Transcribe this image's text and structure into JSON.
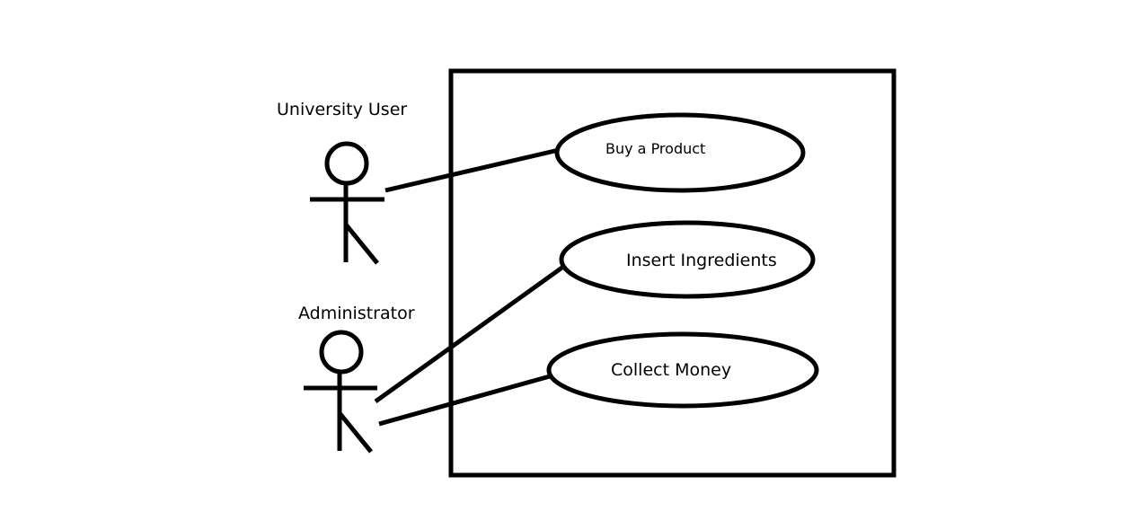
{
  "diagram": {
    "type": "use-case",
    "colors": {
      "stroke": "#000000",
      "background": "#ffffff"
    },
    "actors": [
      {
        "id": "university-user",
        "label": "University User"
      },
      {
        "id": "administrator",
        "label": "Administrator"
      }
    ],
    "use_cases": [
      {
        "id": "buy-a-product",
        "label": "Buy a Product"
      },
      {
        "id": "insert-ingredients",
        "label": "Insert Ingredients"
      },
      {
        "id": "collect-money",
        "label": "Collect Money"
      }
    ],
    "associations": [
      {
        "actor": "university-user",
        "use_case": "buy-a-product"
      },
      {
        "actor": "administrator",
        "use_case": "insert-ingredients"
      },
      {
        "actor": "administrator",
        "use_case": "collect-money"
      }
    ]
  }
}
